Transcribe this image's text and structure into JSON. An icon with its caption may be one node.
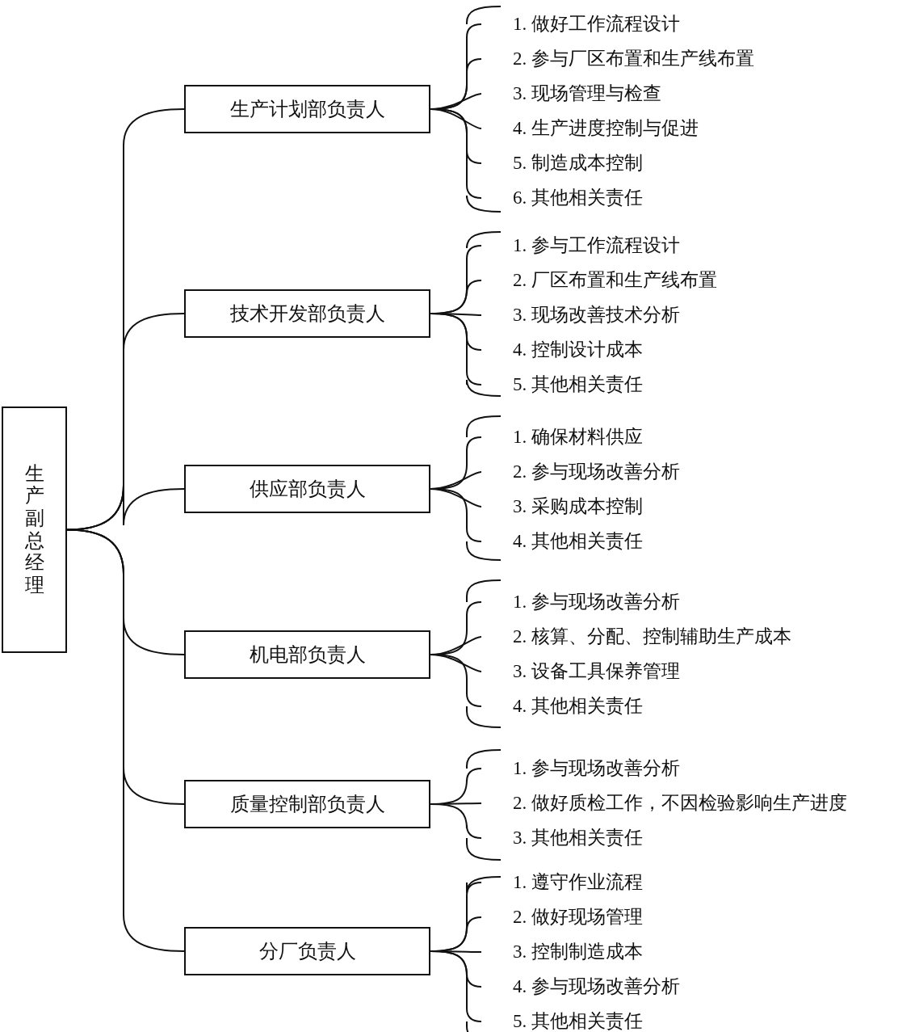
{
  "diagram": {
    "nodes": [
      {
        "text": [
          "生产副总经理"
        ]
      },
      {
        "text": [
          "生产计划部负责人"
        ]
      },
      {
        "text": [
          "1. 做好工作流程设计"
        ]
      },
      {
        "text": [
          "2. 参与厂区布置和生产线布置"
        ]
      },
      {
        "text": [
          "3. 现场管理与检查"
        ]
      },
      {
        "text": [
          "4. 生产进度控制与促进"
        ]
      },
      {
        "text": [
          "5. 制造成本控制"
        ]
      },
      {
        "text": [
          "6. 其他相关责任"
        ]
      },
      {
        "text": [
          "技术开发部负责人"
        ]
      },
      {
        "text": [
          "1. 参与工作流程设计"
        ]
      },
      {
        "text": [
          "2. 厂区布置和生产线布置"
        ]
      },
      {
        "text": [
          "3. 现场改善技术分析"
        ]
      },
      {
        "text": [
          "4. 控制设计成本"
        ]
      },
      {
        "text": [
          "5. 其他相关责任"
        ]
      },
      {
        "text": [
          "供应部负责人"
        ]
      },
      {
        "text": [
          "1. 确保材料供应"
        ]
      },
      {
        "text": [
          "2. 参与现场改善分析"
        ]
      },
      {
        "text": [
          "3. 采购成本控制"
        ]
      },
      {
        "text": [
          "4. 其他相关责任"
        ]
      },
      {
        "text": [
          "机电部负责人"
        ]
      },
      {
        "text": [
          "1. 参与现场改善分析"
        ]
      },
      {
        "text": [
          "2. 核算、分配、控制辅助生产成本"
        ]
      },
      {
        "text": [
          "3. 设备工具保养管理"
        ]
      },
      {
        "text": [
          "4. 其他相关责任"
        ]
      },
      {
        "text": [
          "质量控制部负责人"
        ]
      },
      {
        "text": [
          "1. 参与现场改善分析"
        ]
      },
      {
        "text": [
          "2. 做好质检工作，不因检验影响生产进度"
        ]
      },
      {
        "text": [
          "3. 其他相关责任"
        ]
      },
      {
        "text": [
          "分厂负责人"
        ]
      },
      {
        "text": [
          "1. 遵守作业流程"
        ]
      },
      {
        "text": [
          "2. 做好现场管理"
        ]
      },
      {
        "text": [
          "3. 控制制造成本"
        ]
      },
      {
        "text": [
          "4. 参与现场改善分析"
        ]
      },
      {
        "text": [
          "5. 其他相关责任"
        ]
      }
    ],
    "edges": [
      {
        "from": 0,
        "to": 1,
        "arrow": "none"
      },
      {
        "from": 0,
        "to": 8,
        "arrow": "none"
      },
      {
        "from": 0,
        "to": 14,
        "arrow": "none"
      },
      {
        "from": 0,
        "to": 19,
        "arrow": "none"
      },
      {
        "from": 0,
        "to": 24,
        "arrow": "none"
      },
      {
        "from": 0,
        "to": 28,
        "arrow": "none"
      },
      {
        "from": 1,
        "to": 2,
        "arrow": "none"
      },
      {
        "from": 1,
        "to": 3,
        "arrow": "none"
      },
      {
        "from": 1,
        "to": 4,
        "arrow": "none"
      },
      {
        "from": 1,
        "to": 5,
        "arrow": "none"
      },
      {
        "from": 1,
        "to": 6,
        "arrow": "none"
      },
      {
        "from": 1,
        "to": 7,
        "arrow": "none"
      },
      {
        "from": 8,
        "to": 9,
        "arrow": "none"
      },
      {
        "from": 8,
        "to": 10,
        "arrow": "none"
      },
      {
        "from": 8,
        "to": 11,
        "arrow": "none"
      },
      {
        "from": 8,
        "to": 12,
        "arrow": "none"
      },
      {
        "from": 8,
        "to": 13,
        "arrow": "none"
      },
      {
        "from": 14,
        "to": 15,
        "arrow": "none"
      },
      {
        "from": 14,
        "to": 16,
        "arrow": "none"
      },
      {
        "from": 14,
        "to": 17,
        "arrow": "none"
      },
      {
        "from": 14,
        "to": 18,
        "arrow": "none"
      },
      {
        "from": 19,
        "to": 20,
        "arrow": "none"
      },
      {
        "from": 19,
        "to": 21,
        "arrow": "none"
      },
      {
        "from": 19,
        "to": 22,
        "arrow": "none"
      },
      {
        "from": 19,
        "to": 23,
        "arrow": "none"
      },
      {
        "from": 24,
        "to": 25,
        "arrow": "none"
      },
      {
        "from": 24,
        "to": 26,
        "arrow": "none"
      },
      {
        "from": 24,
        "to": 27,
        "arrow": "none"
      },
      {
        "from": 28,
        "to": 29,
        "arrow": "none"
      },
      {
        "from": 28,
        "to": 30,
        "arrow": "none"
      },
      {
        "from": 28,
        "to": 31,
        "arrow": "none"
      },
      {
        "from": 28,
        "to": 32,
        "arrow": "none"
      },
      {
        "from": 28,
        "to": 33,
        "arrow": "none"
      }
    ]
  }
}
